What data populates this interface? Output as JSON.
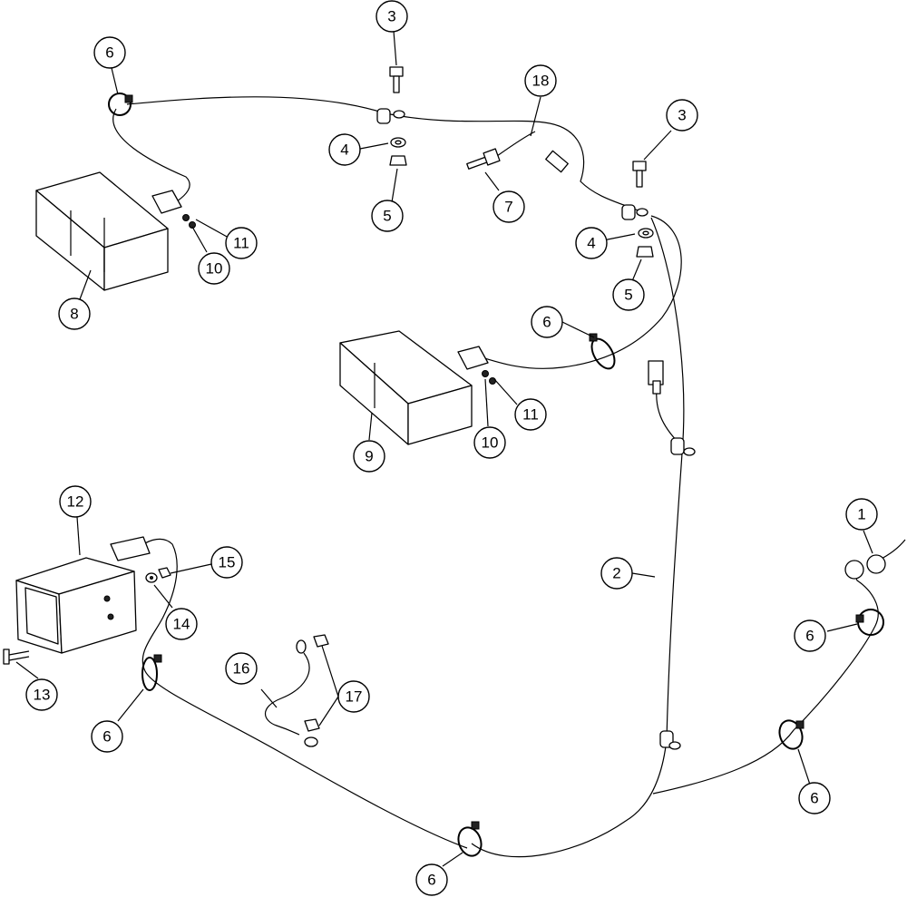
{
  "diagram": {
    "callouts": [
      {
        "id": "c1",
        "label": "1"
      },
      {
        "id": "c2",
        "label": "2"
      },
      {
        "id": "c3a",
        "label": "3"
      },
      {
        "id": "c3b",
        "label": "3"
      },
      {
        "id": "c4a",
        "label": "4"
      },
      {
        "id": "c4b",
        "label": "4"
      },
      {
        "id": "c5a",
        "label": "5"
      },
      {
        "id": "c5b",
        "label": "5"
      },
      {
        "id": "c6a",
        "label": "6"
      },
      {
        "id": "c6b",
        "label": "6"
      },
      {
        "id": "c6c",
        "label": "6"
      },
      {
        "id": "c6d",
        "label": "6"
      },
      {
        "id": "c6e",
        "label": "6"
      },
      {
        "id": "c6f",
        "label": "6"
      },
      {
        "id": "c7",
        "label": "7"
      },
      {
        "id": "c8",
        "label": "8"
      },
      {
        "id": "c9",
        "label": "9"
      },
      {
        "id": "c10a",
        "label": "10"
      },
      {
        "id": "c10b",
        "label": "10"
      },
      {
        "id": "c11a",
        "label": "11"
      },
      {
        "id": "c11b",
        "label": "11"
      },
      {
        "id": "c12",
        "label": "12"
      },
      {
        "id": "c13",
        "label": "13"
      },
      {
        "id": "c14",
        "label": "14"
      },
      {
        "id": "c15",
        "label": "15"
      },
      {
        "id": "c16",
        "label": "16"
      },
      {
        "id": "c17",
        "label": "17"
      },
      {
        "id": "c18",
        "label": "18"
      }
    ]
  }
}
